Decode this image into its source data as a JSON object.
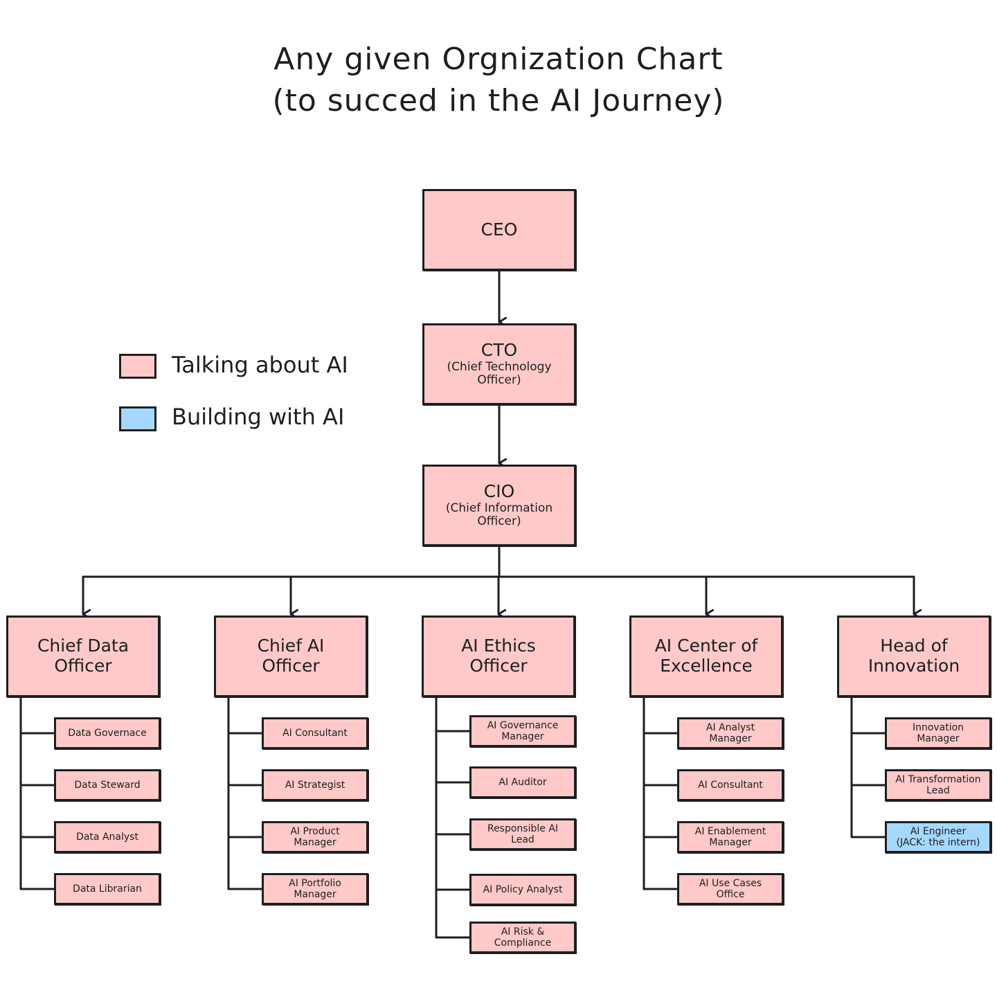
{
  "title": {
    "line1": "Any given Orgnization Chart",
    "line2": "(to succed in the AI Journey)"
  },
  "legend": {
    "talking": {
      "label": "Talking about AI",
      "color": "#ffc9c9"
    },
    "building": {
      "label": "Building with AI",
      "color": "#a5d8ff"
    }
  },
  "colors": {
    "talking": "#ffc9c9",
    "building": "#a5d8ff",
    "stroke": "#1e1e1e"
  },
  "chain": {
    "ceo": {
      "title": "CEO"
    },
    "cto": {
      "title": "CTO",
      "subtitle1": "(Chief Technology",
      "subtitle2": "Officer)"
    },
    "cio": {
      "title": "CIO",
      "subtitle1": "(Chief Information",
      "subtitle2": "Officer)"
    }
  },
  "departments": [
    {
      "line1": "Chief Data",
      "line2": "Officer",
      "roles": [
        {
          "line1": "Data Governace",
          "line2": "",
          "type": "talking"
        },
        {
          "line1": "Data Steward",
          "line2": "",
          "type": "talking"
        },
        {
          "line1": "Data Analyst",
          "line2": "",
          "type": "talking"
        },
        {
          "line1": "Data Librarian",
          "line2": "",
          "type": "talking"
        }
      ]
    },
    {
      "line1": "Chief AI",
      "line2": "Officer",
      "roles": [
        {
          "line1": "AI Consultant",
          "line2": "",
          "type": "talking"
        },
        {
          "line1": "AI Strategist",
          "line2": "",
          "type": "talking"
        },
        {
          "line1": "AI Product",
          "line2": "Manager",
          "type": "talking"
        },
        {
          "line1": "AI Portfolio",
          "line2": "Manager",
          "type": "talking"
        }
      ]
    },
    {
      "line1": "AI Ethics",
      "line2": "Officer",
      "roles": [
        {
          "line1": "AI Governance",
          "line2": "Manager",
          "type": "talking"
        },
        {
          "line1": "AI Auditor",
          "line2": "",
          "type": "talking"
        },
        {
          "line1": "Responsible AI",
          "line2": "Lead",
          "type": "talking"
        },
        {
          "line1": "AI Policy Analyst",
          "line2": "",
          "type": "talking"
        },
        {
          "line1": "AI Risk &",
          "line2": "Compliance",
          "type": "talking"
        }
      ]
    },
    {
      "line1": "AI Center of",
      "line2": "Excellence",
      "roles": [
        {
          "line1": "AI Analyst",
          "line2": "Manager",
          "type": "talking"
        },
        {
          "line1": "AI Consultant",
          "line2": "",
          "type": "talking"
        },
        {
          "line1": "AI Enablement",
          "line2": "Manager",
          "type": "talking"
        },
        {
          "line1": "AI Use Cases",
          "line2": "Office",
          "type": "talking"
        }
      ]
    },
    {
      "line1": "Head of",
      "line2": "Innovation",
      "roles": [
        {
          "line1": "Innovation",
          "line2": "Manager",
          "type": "talking"
        },
        {
          "line1": "AI Transformation",
          "line2": "Lead",
          "type": "talking"
        },
        {
          "line1": "AI Engineer",
          "line2": "(JACK: the intern)",
          "type": "building"
        }
      ]
    }
  ]
}
